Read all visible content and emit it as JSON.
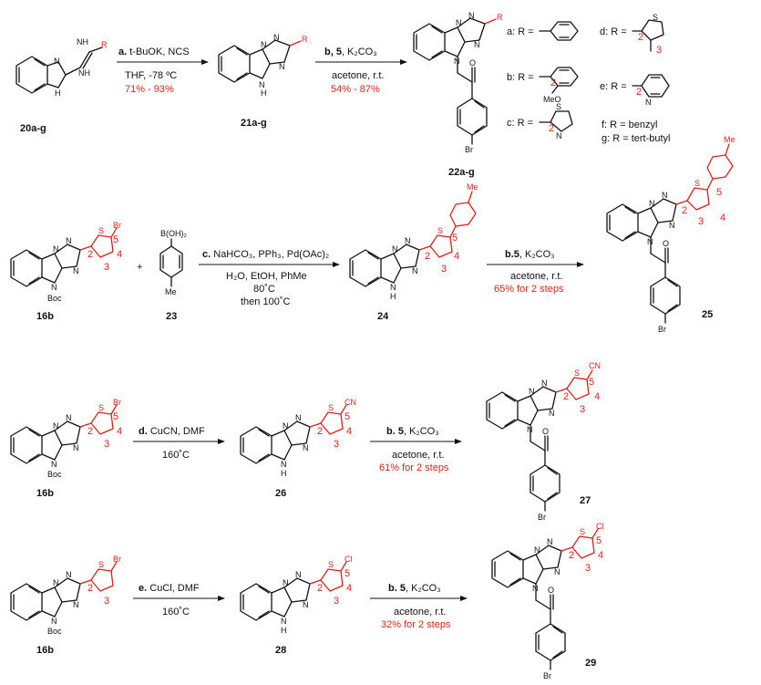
{
  "compounds": {
    "c20": "20a-g",
    "c21": "21a-g",
    "c22": "22a-g",
    "c16b_1": "16b",
    "c23": "23",
    "c24": "24",
    "c25": "25",
    "c16b_2": "16b",
    "c26": "26",
    "c27": "27",
    "c16b_3": "16b",
    "c28": "28",
    "c29": "29"
  },
  "atoms": {
    "N": "N",
    "H": "H",
    "NH": "NH",
    "R": "R",
    "O": "O",
    "S": "S",
    "Br": "Br",
    "Boc": "Boc",
    "Me": "Me",
    "MeO": "MeO",
    "CN": "CN",
    "Cl": "Cl",
    "BOH2": "B(OH)₂"
  },
  "ring_numbers": {
    "n2": "2",
    "n3": "3",
    "n4": "4",
    "n5": "5"
  },
  "reactions": {
    "a": {
      "label": "a.",
      "reagents": "t-BuOK, NCS",
      "conditions": "THF, -78 ºC",
      "yield": "71% - 93%"
    },
    "b1": {
      "label": "b,",
      "reagents": "5, K₂CO₃",
      "conditions": "acetone, r.t.",
      "yield": "54% - 87%"
    },
    "c": {
      "label": "c.",
      "reagents": "NaHCO₃, PPh₃, Pd(OAc)₂",
      "conditions1": "H₂O, EtOH, PhMe",
      "conditions2": "80˚C",
      "conditions3": "then 100˚C"
    },
    "b2": {
      "label": "b.",
      "reagents": "5, K₂CO₃",
      "conditions": "acetone, r.t.",
      "yield": "65% for 2 steps"
    },
    "d": {
      "label": "d.",
      "reagents": "CuCN, DMF",
      "conditions": "160˚C"
    },
    "b3": {
      "label": "b.",
      "reagents": "5, K₂CO₃",
      "conditions": "acetone, r.t.",
      "yield": "61% for 2 steps"
    },
    "e": {
      "label": "e.",
      "reagents": "CuCl, DMF",
      "conditions": "160˚C"
    },
    "b4": {
      "label": "b.",
      "reagents": "5, K₂CO₃",
      "conditions": "acetone, r.t.",
      "yield": "32% for 2 steps"
    }
  },
  "r_groups": {
    "a": "a: R =",
    "b": "b: R =",
    "c": "c: R =",
    "d": "d: R =",
    "e": "e: R =",
    "f": "f: R = benzyl",
    "g": "g: R = tert-butyl"
  },
  "colors": {
    "highlight": "#e01e1e",
    "ink": "#111111"
  }
}
